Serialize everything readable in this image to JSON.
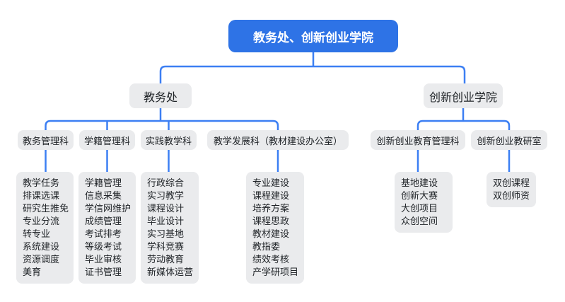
{
  "root_label": "教务处、创新创业学院",
  "dept1": {
    "label": "教务处"
  },
  "dept2": {
    "label": "创新创业学院"
  },
  "sections": [
    {
      "label": "教务管理科",
      "items": [
        "教学任务",
        "排课选课",
        "研究生推免",
        "专业分流",
        "转专业",
        "系统建设",
        "资源调度",
        "美育"
      ]
    },
    {
      "label": "学籍管理科",
      "items": [
        "学籍管理",
        "信息采集",
        "学信网维护",
        "成绩管理",
        "考试排考",
        "等级考试",
        "毕业审核",
        "证书管理"
      ]
    },
    {
      "label": "实践教学科",
      "items": [
        "行政综合",
        "实习教学",
        "课程设计",
        "毕业设计",
        "实习基地",
        "学科竞赛",
        "劳动教育",
        "新媒体运营"
      ]
    },
    {
      "label": "教学发展科（教材建设办公室）",
      "items": [
        "专业建设",
        "课程建设",
        "培养方案",
        "课程思政",
        "教材建设",
        "教指委",
        "绩效考核",
        "产学研项目"
      ]
    },
    {
      "label": "创新创业教育管理科",
      "items": [
        "基地建设",
        "创新大赛",
        "大创项目",
        "众创空间"
      ]
    },
    {
      "label": "创新创业教研室",
      "items": [
        "双创课程",
        "双创师资"
      ]
    }
  ],
  "colors": {
    "root_fill": "#2E73E6",
    "root_text": "#FFFFFF",
    "node_fill": "#EAEBED",
    "node_text": "#202428",
    "connector": "#3C7FF3",
    "background": "#FFFFFF"
  }
}
